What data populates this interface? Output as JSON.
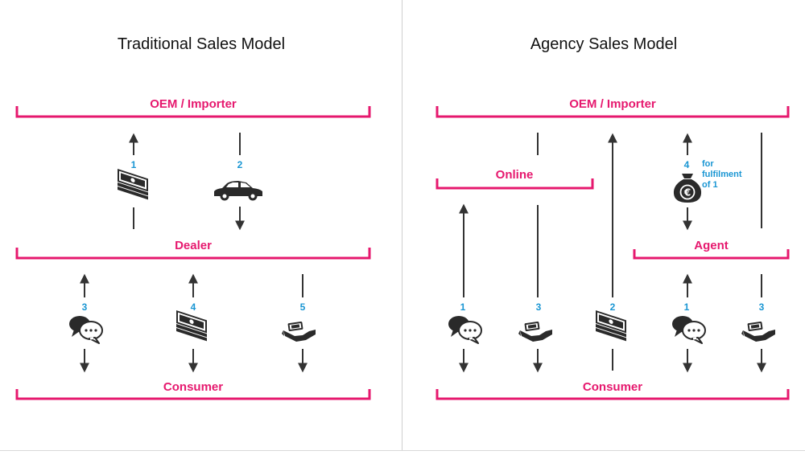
{
  "panels": [
    {
      "title": "Traditional Sales Model",
      "levels": [
        "OEM / Importer",
        "Dealer",
        "Consumer"
      ],
      "flows_upper": [
        {
          "number": "1",
          "icon": "money-icon",
          "direction": "up"
        },
        {
          "number": "2",
          "icon": "car-icon",
          "direction": "down"
        }
      ],
      "flows_lower": [
        {
          "number": "3",
          "icon": "chat-icon",
          "direction": "both"
        },
        {
          "number": "4",
          "icon": "money-icon",
          "direction": "both"
        },
        {
          "number": "5",
          "icon": "hand-card-icon",
          "direction": "down"
        }
      ]
    },
    {
      "title": "Agency Sales Model",
      "levels": [
        "OEM / Importer",
        "Online",
        "Agent",
        "Consumer"
      ],
      "flows": [
        {
          "number": "1",
          "icon": "chat-icon"
        },
        {
          "number": "3",
          "icon": "hand-card-icon"
        },
        {
          "number": "2",
          "icon": "money-icon"
        },
        {
          "number": "1",
          "icon": "chat-icon"
        },
        {
          "number": "3",
          "icon": "hand-card-icon"
        }
      ],
      "commission": {
        "number": "4",
        "icon": "money-bag-euro-icon",
        "note": [
          "for",
          "fulfilment",
          "of 1"
        ]
      }
    }
  ],
  "colors": {
    "level": "#e6186e",
    "number": "#1a96d3",
    "arrow": "#333333",
    "icon": "#2a2a2a"
  }
}
